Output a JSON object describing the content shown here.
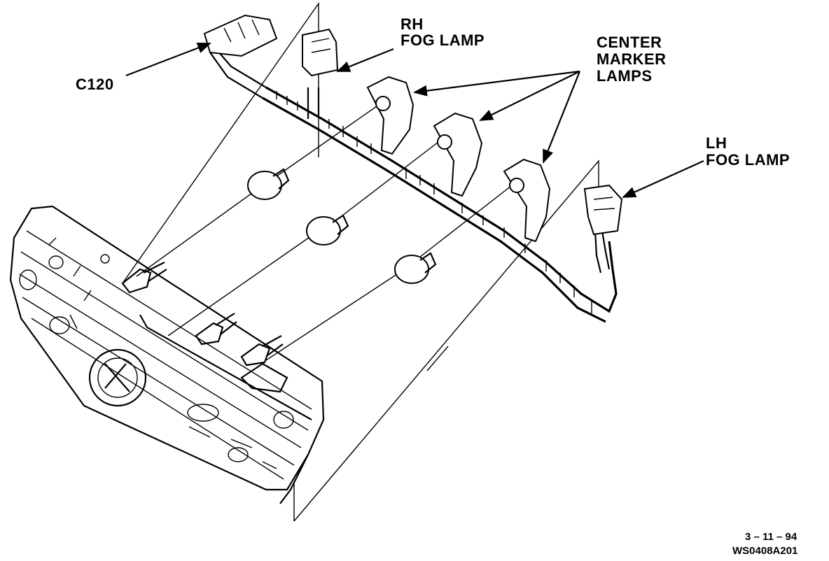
{
  "diagram": {
    "labels": {
      "c120": "C120",
      "rh_line1": "RH",
      "rh_line2": "FOG LAMP",
      "center_line1": "CENTER",
      "center_line2": "MARKER",
      "center_line3": "LAMPS",
      "lh_line1": "LH",
      "lh_line2": "FOG LAMP"
    },
    "footer": {
      "date": "3 – 11 – 94",
      "code": "WS0408A201"
    }
  }
}
